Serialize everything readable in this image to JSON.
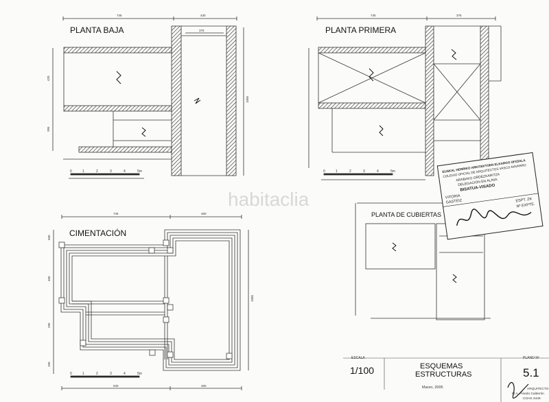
{
  "plans": {
    "planta_baja": "PLANTA BAJA",
    "planta_primera": "PLANTA PRIMERA",
    "cimentacion": "CIMENTACIÓN",
    "planta_cubiertas": "PLANTA DE CUBIERTAS"
  },
  "dims": {
    "pb_top_left": "745",
    "pb_top_right": "430",
    "pb_inner": "376",
    "pb_left1": "420",
    "pb_left2": "395",
    "pb_right_total": "1005",
    "pp_top_left": "745",
    "pp_top_right": "375",
    "cim_top_left": "745",
    "cim_top_right": "460",
    "cim_left1": "560",
    "cim_left2": "460",
    "cim_left3": "295",
    "cim_left4": "100",
    "cim_right": "1005",
    "bottom_left": "940",
    "bottom_right": "460"
  },
  "scale_bar": {
    "labels": [
      "0",
      "1",
      "2",
      "3",
      "4",
      "5m"
    ]
  },
  "title_block": {
    "escala_label": "ESCALA",
    "escala_value": "1/100",
    "title_line1": "ESQUEMAS",
    "title_line2": "ESTRUCTURAS",
    "date": "Marzo, 2005",
    "plano_label": "PLANO Nº",
    "plano_value": "5.1",
    "architect_role": "ARQUITECTO",
    "architect_name": "M.A. Pinedo Calderón",
    "architect_coas": "COAS 3449"
  },
  "stamp": {
    "line1": "EUSKAL HERRIKO ARKITEKTOEN ELKARGO OFIZIALA",
    "line2": "COLEGIO OFICIAL DE ARQUITECTOS VASCO-NAVARRO",
    "line3": "ARABAKO ORDEZKARITZA",
    "line4": "DELEGACIÓN EN ALAVA",
    "visado": "BISATUA-VISADO",
    "city1": "VITORIA",
    "city2": "GASTEIZ",
    "espt": "ESPT. ZK",
    "nexpte": "Nº EXPTE."
  },
  "watermark": "habitaclia"
}
